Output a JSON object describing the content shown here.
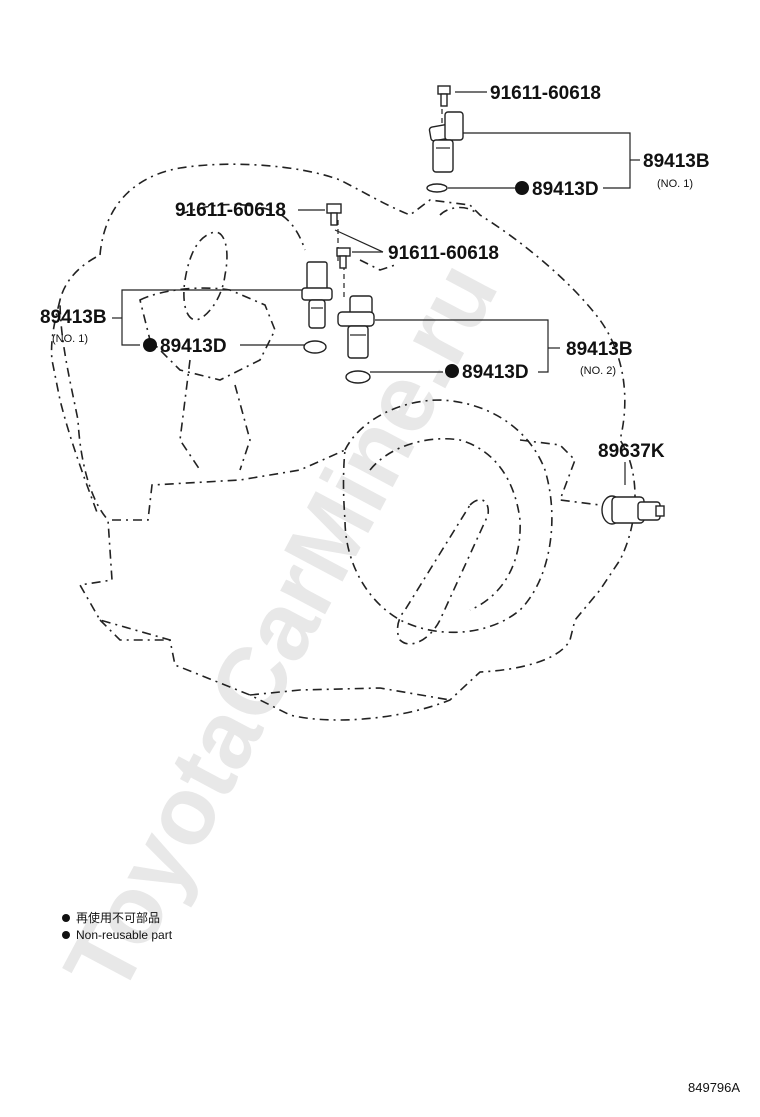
{
  "watermark": "ToyotaCarMine.ru",
  "callouts": {
    "bolt_top": "91611-60618",
    "bolt_left": "91611-60618",
    "bolt_mid": "91611-60618",
    "sensor_upper": "89413B",
    "sensor_upper_note": "(NO. 1)",
    "oring_upper": "89413D",
    "sensor_left": "89413B",
    "sensor_left_note": "(NO. 1)",
    "oring_left": "89413D",
    "sensor_right": "89413B",
    "sensor_right_note": "(NO. 2)",
    "oring_right": "89413D",
    "speed_sensor": "89637K"
  },
  "legend": {
    "line_jp": "再使用不可部品",
    "line_en": "Non-reusable part"
  },
  "reference_number": "849796A"
}
